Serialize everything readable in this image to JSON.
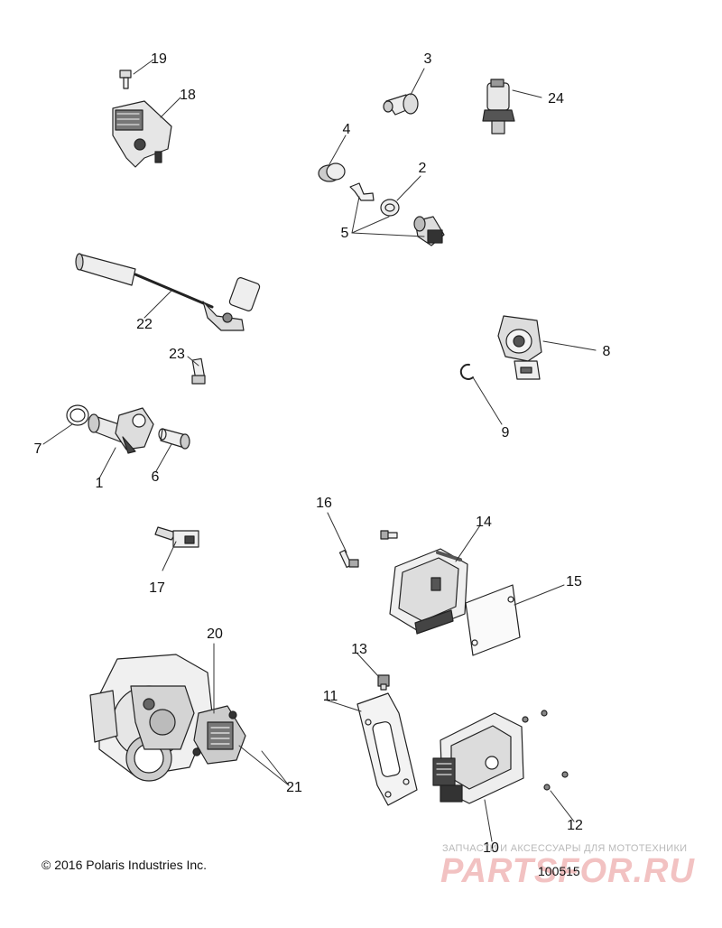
{
  "callouts": [
    "19",
    "18",
    "3",
    "24",
    "4",
    "2",
    "5",
    "22",
    "8",
    "23",
    "9",
    "7",
    "1",
    "6",
    "16",
    "14",
    "17",
    "15",
    "20",
    "13",
    "11",
    "21",
    "12",
    "10"
  ],
  "footer": {
    "copyright": "© 2016 Polaris Industries Inc.",
    "drawing_number": "100515"
  },
  "watermark": {
    "tagline": "ЗАПЧАСТИ И АКСЕССУАРЫ ДЛЯ МОТОТЕХНИКИ",
    "brand": "PARTSFOR.RU"
  }
}
